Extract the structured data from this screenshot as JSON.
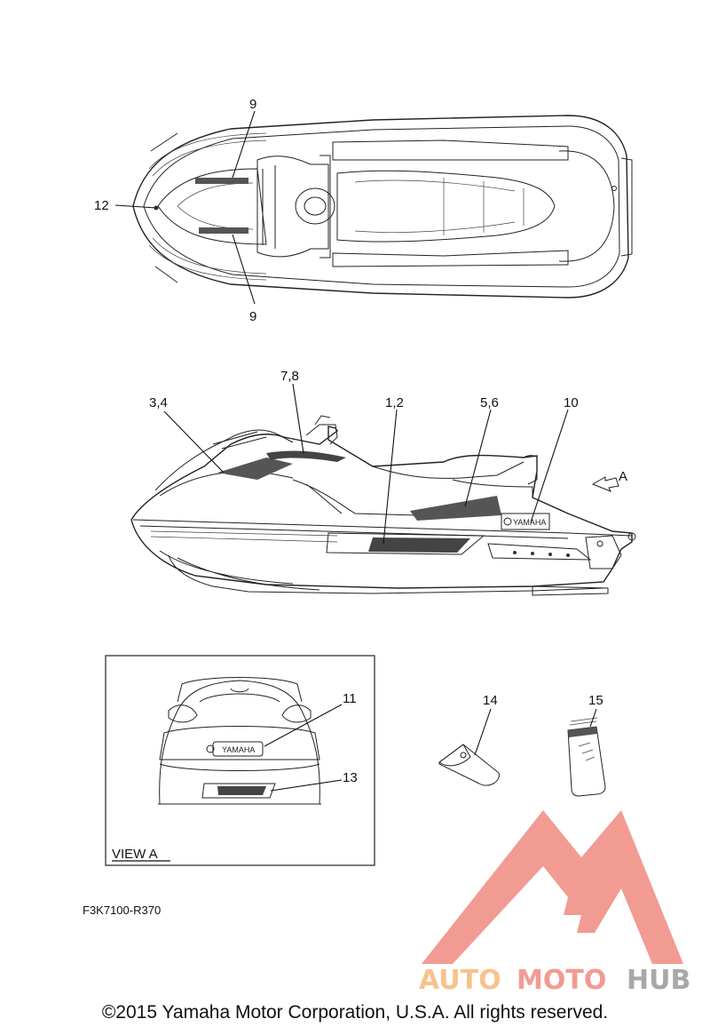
{
  "labels": {
    "top_9a": "9",
    "top_12": "12",
    "top_9b": "9",
    "side_34": "3,4",
    "side_78": "7,8",
    "side_12": "1,2",
    "side_56": "5,6",
    "side_10": "10",
    "side_a": "A",
    "view_11": "11",
    "view_13": "13",
    "item_14": "14",
    "item_15": "15"
  },
  "view_caption": "VIEW A",
  "diagram_code": "F3K7100-R370",
  "decal_text": "YAMAHA",
  "watermark": {
    "part1": "AUTO",
    "part2": "MOTO",
    "part3": "HUB",
    "color_orange": "#f5b97a",
    "color_red": "#f08a80",
    "color_gray": "#9a9a9a"
  },
  "copyright": "©2015 Yamaha Motor Corporation, U.S.A. All rights reserved."
}
